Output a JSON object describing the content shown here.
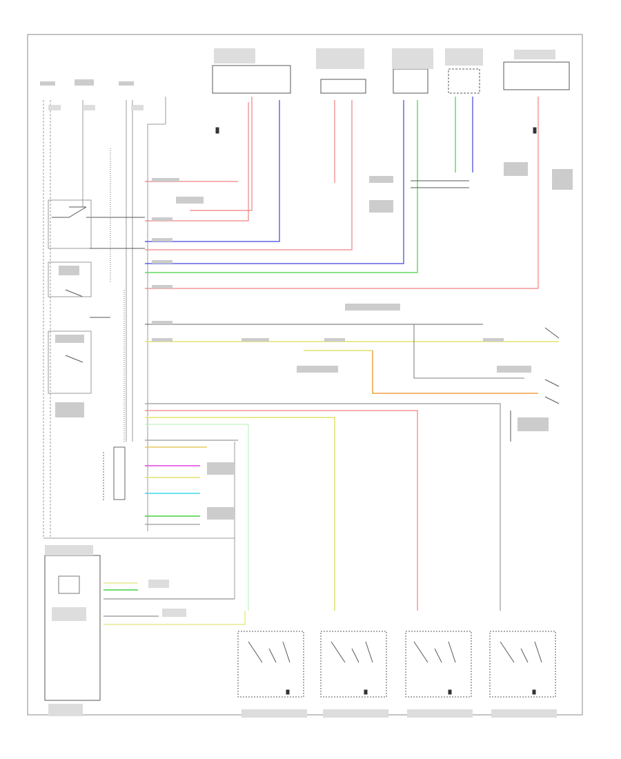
{
  "title": "",
  "footer": "",
  "colors": {
    "red": "#f08080",
    "blue": "#4040e0",
    "green": "#40d040",
    "yellow": "#e8e890",
    "orange": "#f0a040",
    "magenta": "#e040e0",
    "cyan": "#40d8e8",
    "black": "#222222",
    "gray": "#999999"
  },
  "components": {
    "top_modules": [
      {
        "id": "m1",
        "label": ""
      },
      {
        "id": "m2",
        "label": ""
      },
      {
        "id": "m3",
        "label": ""
      },
      {
        "id": "m4",
        "label": ""
      },
      {
        "id": "m5",
        "label": ""
      }
    ],
    "bottom_sensors": [
      {
        "id": "s1",
        "label": ""
      },
      {
        "id": "s2",
        "label": ""
      },
      {
        "id": "s3",
        "label": ""
      },
      {
        "id": "s4",
        "label": ""
      }
    ],
    "control_module": {
      "label": ""
    }
  }
}
